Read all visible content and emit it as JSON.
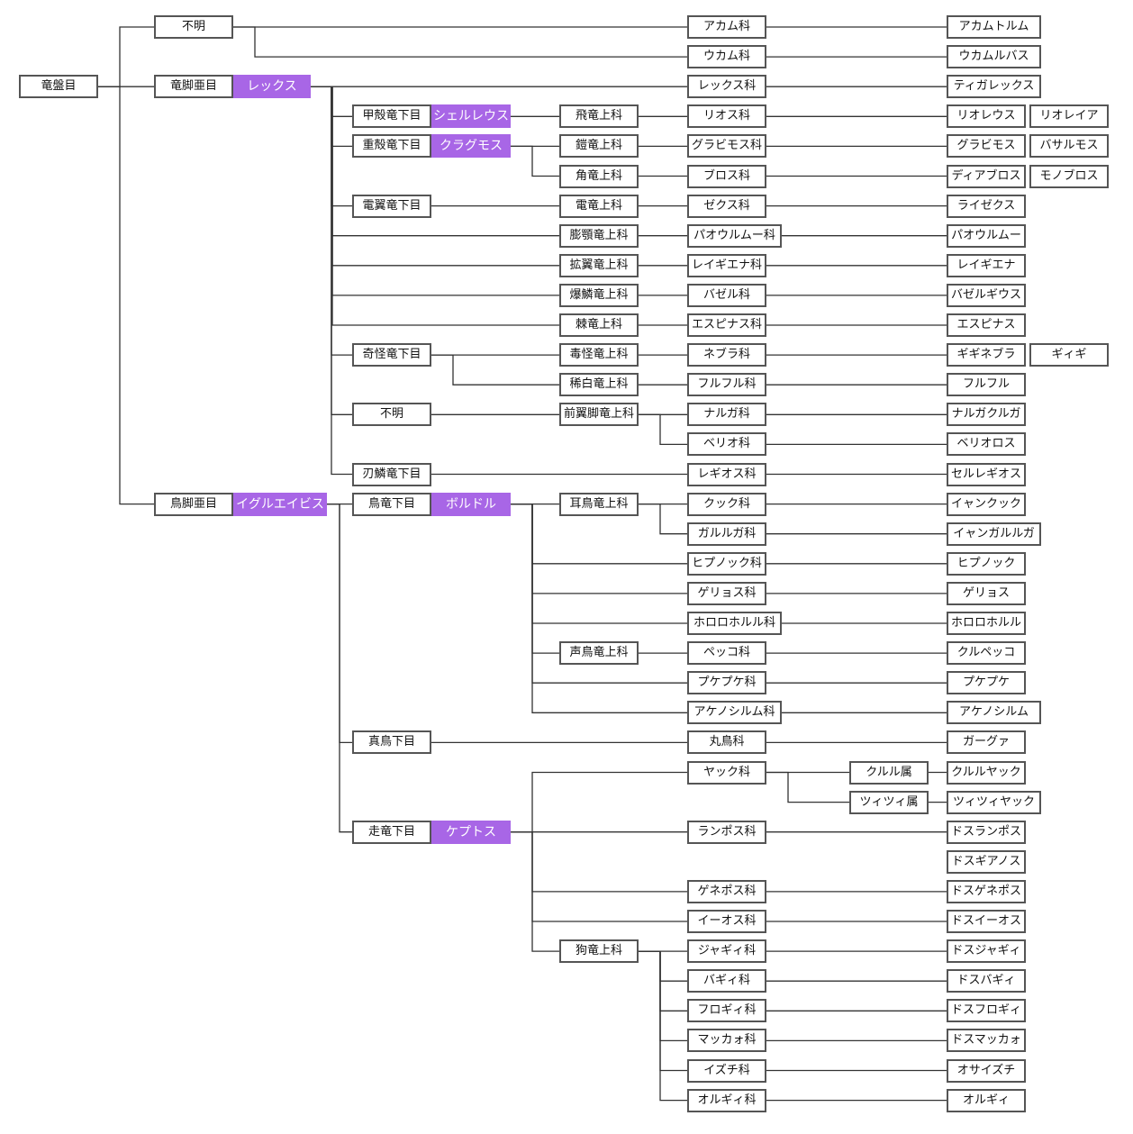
{
  "diagram": {
    "title": "竜盤目 分類図",
    "colors": {
      "line": "#333333",
      "border": "#555555",
      "tag_bg": "#a866e6",
      "tag_text": "#ffffff",
      "node_bg": "#ffffff"
    },
    "nodes": [
      {
        "id": "root",
        "label": "竜盤目"
      },
      {
        "id": "unk1",
        "label": "不明"
      },
      {
        "id": "akamu_f",
        "label": "アカム科"
      },
      {
        "id": "ukamu_f",
        "label": "ウカム科"
      },
      {
        "id": "akamu",
        "label": "アカムトルム"
      },
      {
        "id": "ukamu",
        "label": "ウカムルバス"
      },
      {
        "id": "theropod",
        "label": "竜脚亜目",
        "tag": "レックス"
      },
      {
        "id": "rex_f",
        "label": "レックス科"
      },
      {
        "id": "tigarex",
        "label": "ティガレックス"
      },
      {
        "id": "koukaku",
        "label": "甲殻竜下目",
        "tag": "シェルレウス"
      },
      {
        "id": "hiryu",
        "label": "飛竜上科"
      },
      {
        "id": "rios_f",
        "label": "リオス科"
      },
      {
        "id": "rioreus",
        "label": "リオレウス"
      },
      {
        "id": "rioreia",
        "label": "リオレイア"
      },
      {
        "id": "juukaku",
        "label": "重殻竜下目",
        "tag": "クラグモス"
      },
      {
        "id": "gairyu",
        "label": "鎧竜上科"
      },
      {
        "id": "kakuryu",
        "label": "角竜上科"
      },
      {
        "id": "gravimos_f",
        "label": "グラビモス科"
      },
      {
        "id": "bros_f",
        "label": "ブロス科"
      },
      {
        "id": "gravimos",
        "label": "グラビモス"
      },
      {
        "id": "basarumos",
        "label": "バサルモス"
      },
      {
        "id": "diablos",
        "label": "ディアブロス"
      },
      {
        "id": "monoblos",
        "label": "モノブロス"
      },
      {
        "id": "denyoku",
        "label": "電翼竜下目"
      },
      {
        "id": "denryu",
        "label": "電竜上科"
      },
      {
        "id": "zex_f",
        "label": "ゼクス科"
      },
      {
        "id": "raizex",
        "label": "ライゼクス"
      },
      {
        "id": "bougaku",
        "label": "膨顎竜上科"
      },
      {
        "id": "paoulumu_f",
        "label": "パオウルムー科"
      },
      {
        "id": "paoulumu",
        "label": "パオウルムー"
      },
      {
        "id": "kakuyoku",
        "label": "拡翼竜上科"
      },
      {
        "id": "reigiena_f",
        "label": "レイギエナ科"
      },
      {
        "id": "reigiena",
        "label": "レイギエナ"
      },
      {
        "id": "bakurin",
        "label": "爆鱗竜上科"
      },
      {
        "id": "bazel_f",
        "label": "バゼル科"
      },
      {
        "id": "bazelgeuse",
        "label": "バゼルギウス"
      },
      {
        "id": "kyokuryu",
        "label": "棘竜上科"
      },
      {
        "id": "espinas_f",
        "label": "エスピナス科"
      },
      {
        "id": "espinas",
        "label": "エスピナス"
      },
      {
        "id": "kikai",
        "label": "奇怪竜下目"
      },
      {
        "id": "dokukai",
        "label": "毒怪竜上科"
      },
      {
        "id": "kihaku",
        "label": "稀白竜上科"
      },
      {
        "id": "nebura_f",
        "label": "ネブラ科"
      },
      {
        "id": "khezu_f",
        "label": "フルフル科"
      },
      {
        "id": "gigginebura",
        "label": "ギギネブラ"
      },
      {
        "id": "gigi",
        "label": "ギィギ"
      },
      {
        "id": "khezu",
        "label": "フルフル"
      },
      {
        "id": "unk2",
        "label": "不明"
      },
      {
        "id": "zenyoku",
        "label": "前翼脚竜上科"
      },
      {
        "id": "naruga_f",
        "label": "ナルガ科"
      },
      {
        "id": "berio_f",
        "label": "ベリオ科"
      },
      {
        "id": "nargacuga",
        "label": "ナルガクルガ"
      },
      {
        "id": "barioth",
        "label": "ベリオロス"
      },
      {
        "id": "jinrin",
        "label": "刃鱗竜下目"
      },
      {
        "id": "regios_f",
        "label": "レギオス科"
      },
      {
        "id": "seregios",
        "label": "セルレギオス"
      },
      {
        "id": "birdfoot",
        "label": "鳥脚亜目",
        "tag": "イグルエイビス"
      },
      {
        "id": "choryu",
        "label": "鳥竜下目",
        "tag": "ボルドル"
      },
      {
        "id": "jichou",
        "label": "耳鳥竜上科"
      },
      {
        "id": "kut_f",
        "label": "クック科"
      },
      {
        "id": "garuga_f",
        "label": "ガルルガ科"
      },
      {
        "id": "kutku",
        "label": "イャンクック"
      },
      {
        "id": "garuga",
        "label": "イャンガルルガ"
      },
      {
        "id": "hypnoc_f",
        "label": "ヒプノック科"
      },
      {
        "id": "hypnoc",
        "label": "ヒプノック"
      },
      {
        "id": "gendrome_f",
        "label": "ゲリョス科"
      },
      {
        "id": "gypceros",
        "label": "ゲリョス"
      },
      {
        "id": "horo_f",
        "label": "ホロロホルル科"
      },
      {
        "id": "horo",
        "label": "ホロロホルル"
      },
      {
        "id": "seichou",
        "label": "声鳥竜上科"
      },
      {
        "id": "pekko_f",
        "label": "ペッコ科"
      },
      {
        "id": "pekko",
        "label": "クルペッコ"
      },
      {
        "id": "pukei_f",
        "label": "プケプケ科"
      },
      {
        "id": "pukei",
        "label": "プケプケ"
      },
      {
        "id": "akeno_f",
        "label": "アケノシルム科"
      },
      {
        "id": "akeno",
        "label": "アケノシルム"
      },
      {
        "id": "shinchou",
        "label": "真鳥下目"
      },
      {
        "id": "maru_f",
        "label": "丸鳥科"
      },
      {
        "id": "gargwa",
        "label": "ガーグァ"
      },
      {
        "id": "souryu",
        "label": "走竜下目",
        "tag": "ケプトス"
      },
      {
        "id": "yak_f",
        "label": "ヤック科"
      },
      {
        "id": "kururu_g",
        "label": "クルル属"
      },
      {
        "id": "tzitzi_g",
        "label": "ツィツィ属"
      },
      {
        "id": "kururu",
        "label": "クルルヤック"
      },
      {
        "id": "tzitzi",
        "label": "ツィツィヤック"
      },
      {
        "id": "rampos_f",
        "label": "ランポス科"
      },
      {
        "id": "dosrampos",
        "label": "ドスランポス"
      },
      {
        "id": "dosgiaprey",
        "label": "ドスギアノス"
      },
      {
        "id": "genprey_f",
        "label": "ゲネポス科"
      },
      {
        "id": "dosgenprey",
        "label": "ドスゲネポス"
      },
      {
        "id": "ioprey_f",
        "label": "イーオス科"
      },
      {
        "id": "dosioprey",
        "label": "ドスイーオス"
      },
      {
        "id": "kuryu",
        "label": "狗竜上科"
      },
      {
        "id": "jaggi_f",
        "label": "ジャギィ科"
      },
      {
        "id": "dosjaggi",
        "label": "ドスジャギィ"
      },
      {
        "id": "baggi_f",
        "label": "バギィ科"
      },
      {
        "id": "dosbaggi",
        "label": "ドスバギィ"
      },
      {
        "id": "furogi_f",
        "label": "フロギィ科"
      },
      {
        "id": "dosfurogi",
        "label": "ドスフロギィ"
      },
      {
        "id": "makkao_f",
        "label": "マッカォ科"
      },
      {
        "id": "dosmakkao",
        "label": "ドスマッカォ"
      },
      {
        "id": "izuchi_f",
        "label": "イズチ科"
      },
      {
        "id": "osaizuchi",
        "label": "オサイズチ"
      },
      {
        "id": "orugi_f",
        "label": "オルギィ科"
      },
      {
        "id": "orugi",
        "label": "オルギィ"
      }
    ],
    "edges": [
      [
        "root",
        "unk1"
      ],
      [
        "root",
        "theropod"
      ],
      [
        "root",
        "birdfoot"
      ],
      [
        "unk1",
        "akamu_f"
      ],
      [
        "unk1",
        "ukamu_f"
      ],
      [
        "akamu_f",
        "akamu"
      ],
      [
        "ukamu_f",
        "ukamu"
      ],
      [
        "theropod",
        "rex_f"
      ],
      [
        "rex_f",
        "tigarex"
      ],
      [
        "theropod",
        "koukaku"
      ],
      [
        "koukaku",
        "hiryu"
      ],
      [
        "hiryu",
        "rios_f"
      ],
      [
        "rios_f",
        "rioreus"
      ],
      [
        "theropod",
        "juukaku"
      ],
      [
        "juukaku",
        "gairyu"
      ],
      [
        "juukaku",
        "kakuryu"
      ],
      [
        "gairyu",
        "gravimos_f"
      ],
      [
        "kakuryu",
        "bros_f"
      ],
      [
        "gravimos_f",
        "gravimos"
      ],
      [
        "bros_f",
        "diablos"
      ],
      [
        "theropod",
        "denyoku"
      ],
      [
        "denyoku",
        "denryu"
      ],
      [
        "denryu",
        "zex_f"
      ],
      [
        "zex_f",
        "raizex"
      ],
      [
        "theropod",
        "bougaku"
      ],
      [
        "bougaku",
        "paoulumu_f"
      ],
      [
        "paoulumu_f",
        "paoulumu"
      ],
      [
        "theropod",
        "kakuyoku"
      ],
      [
        "kakuyoku",
        "reigiena_f"
      ],
      [
        "reigiena_f",
        "reigiena"
      ],
      [
        "theropod",
        "bakurin"
      ],
      [
        "bakurin",
        "bazel_f"
      ],
      [
        "bazel_f",
        "bazelgeuse"
      ],
      [
        "theropod",
        "kyokuryu"
      ],
      [
        "kyokuryu",
        "espinas_f"
      ],
      [
        "espinas_f",
        "espinas"
      ],
      [
        "theropod",
        "kikai"
      ],
      [
        "kikai",
        "dokukai"
      ],
      [
        "kikai",
        "kihaku"
      ],
      [
        "dokukai",
        "nebura_f"
      ],
      [
        "kihaku",
        "khezu_f"
      ],
      [
        "nebura_f",
        "gigginebura"
      ],
      [
        "khezu_f",
        "khezu"
      ],
      [
        "theropod",
        "unk2"
      ],
      [
        "unk2",
        "zenyoku"
      ],
      [
        "zenyoku",
        "naruga_f"
      ],
      [
        "zenyoku",
        "berio_f"
      ],
      [
        "naruga_f",
        "nargacuga"
      ],
      [
        "berio_f",
        "barioth"
      ],
      [
        "theropod",
        "jinrin"
      ],
      [
        "jinrin",
        "regios_f"
      ],
      [
        "regios_f",
        "seregios"
      ],
      [
        "birdfoot",
        "choryu"
      ],
      [
        "choryu",
        "jichou"
      ],
      [
        "jichou",
        "kut_f"
      ],
      [
        "jichou",
        "garuga_f"
      ],
      [
        "kut_f",
        "kutku"
      ],
      [
        "garuga_f",
        "garuga"
      ],
      [
        "choryu",
        "hypnoc_f"
      ],
      [
        "hypnoc_f",
        "hypnoc"
      ],
      [
        "choryu",
        "gendrome_f"
      ],
      [
        "gendrome_f",
        "gypceros"
      ],
      [
        "choryu",
        "horo_f"
      ],
      [
        "horo_f",
        "horo"
      ],
      [
        "choryu",
        "seichou"
      ],
      [
        "seichou",
        "pekko_f"
      ],
      [
        "pekko_f",
        "pekko"
      ],
      [
        "choryu",
        "pukei_f"
      ],
      [
        "pukei_f",
        "pukei"
      ],
      [
        "choryu",
        "akeno_f"
      ],
      [
        "akeno_f",
        "akeno"
      ],
      [
        "birdfoot",
        "shinchou"
      ],
      [
        "shinchou",
        "maru_f"
      ],
      [
        "maru_f",
        "gargwa"
      ],
      [
        "birdfoot",
        "souryu"
      ],
      [
        "souryu",
        "yak_f"
      ],
      [
        "yak_f",
        "kururu_g"
      ],
      [
        "yak_f",
        "tzitzi_g"
      ],
      [
        "kururu_g",
        "kururu"
      ],
      [
        "tzitzi_g",
        "tzitzi"
      ],
      [
        "souryu",
        "rampos_f"
      ],
      [
        "rampos_f",
        "dosrampos"
      ],
      [
        "souryu",
        "genprey_f"
      ],
      [
        "genprey_f",
        "dosgenprey"
      ],
      [
        "souryu",
        "ioprey_f"
      ],
      [
        "ioprey_f",
        "dosioprey"
      ],
      [
        "souryu",
        "kuryu"
      ],
      [
        "kuryu",
        "jaggi_f"
      ],
      [
        "jaggi_f",
        "dosjaggi"
      ],
      [
        "kuryu",
        "baggi_f"
      ],
      [
        "baggi_f",
        "dosbaggi"
      ],
      [
        "kuryu",
        "furogi_f"
      ],
      [
        "furogi_f",
        "dosfurogi"
      ],
      [
        "kuryu",
        "makkao_f"
      ],
      [
        "makkao_f",
        "dosmakkao"
      ],
      [
        "kuryu",
        "izuchi_f"
      ],
      [
        "izuchi_f",
        "osaizuchi"
      ],
      [
        "kuryu",
        "orugi_f"
      ],
      [
        "orugi_f",
        "orugi"
      ]
    ]
  }
}
